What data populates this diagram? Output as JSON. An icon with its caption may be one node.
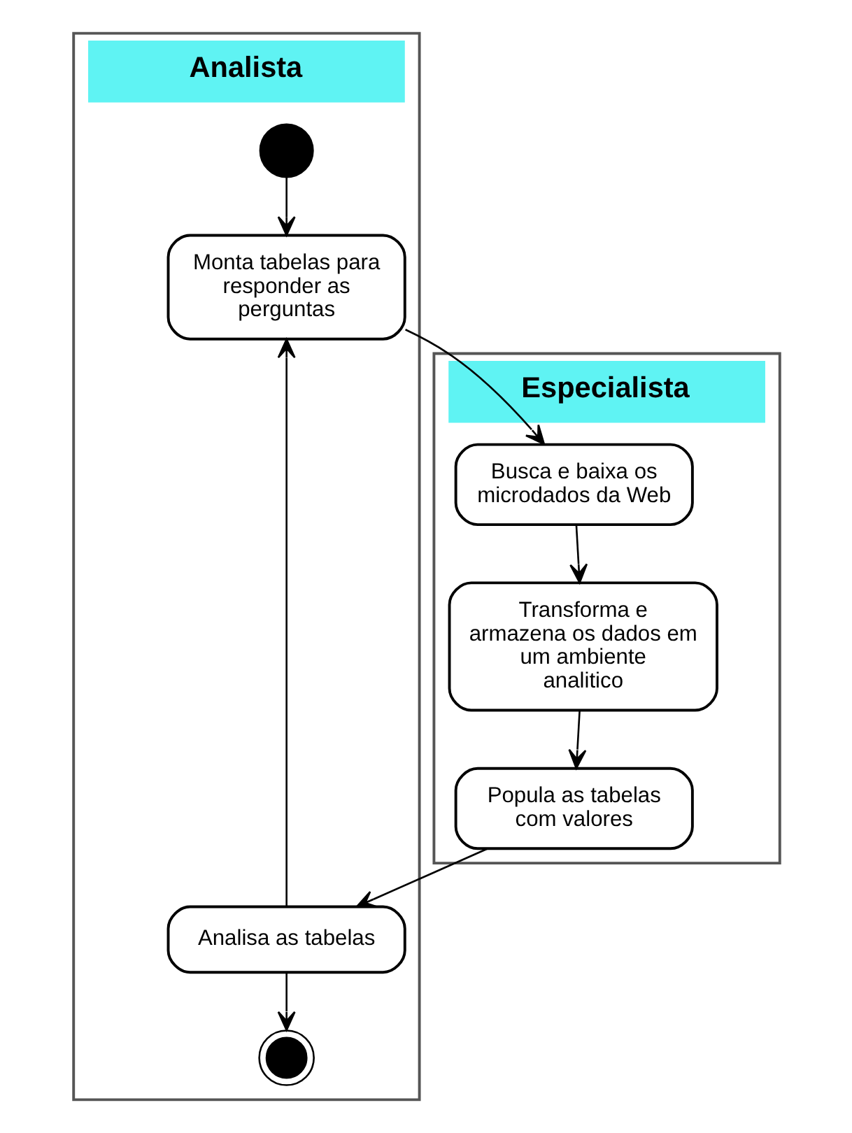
{
  "diagram": {
    "nodes": [
      {
        "text": [
          "Analista"
        ]
      },
      {
        "text": [
          "Especialista"
        ]
      },
      {
        "text": [],
        "shape": "circle",
        "in": 0
      },
      {
        "text": [
          "Monta tabelas para responder as perguntas"
        ],
        "in": 0
      },
      {
        "text": [
          "Analisa as tabelas"
        ],
        "in": 0
      },
      {
        "text": [],
        "shape": "circle",
        "in": 0
      },
      {
        "text": [
          "Busca e baixa os microdados da Web"
        ],
        "in": 1
      },
      {
        "text": [
          "Transforma e armazena os dados em um ambiente analitico"
        ],
        "in": 1
      },
      {
        "text": [
          "Popula as tabelas com valores"
        ],
        "in": 1
      }
    ],
    "edges": [
      {
        "from": 2,
        "to": 3,
        "arrow": "to"
      },
      {
        "from": 3,
        "to": 6,
        "arrow": "to"
      },
      {
        "from": 6,
        "to": 7,
        "arrow": "to"
      },
      {
        "from": 7,
        "to": 8,
        "arrow": "to"
      },
      {
        "from": 8,
        "to": 4,
        "arrow": "to"
      },
      {
        "from": 4,
        "to": 3,
        "arrow": "to"
      },
      {
        "from": 4,
        "to": 5,
        "arrow": "to"
      }
    ]
  }
}
